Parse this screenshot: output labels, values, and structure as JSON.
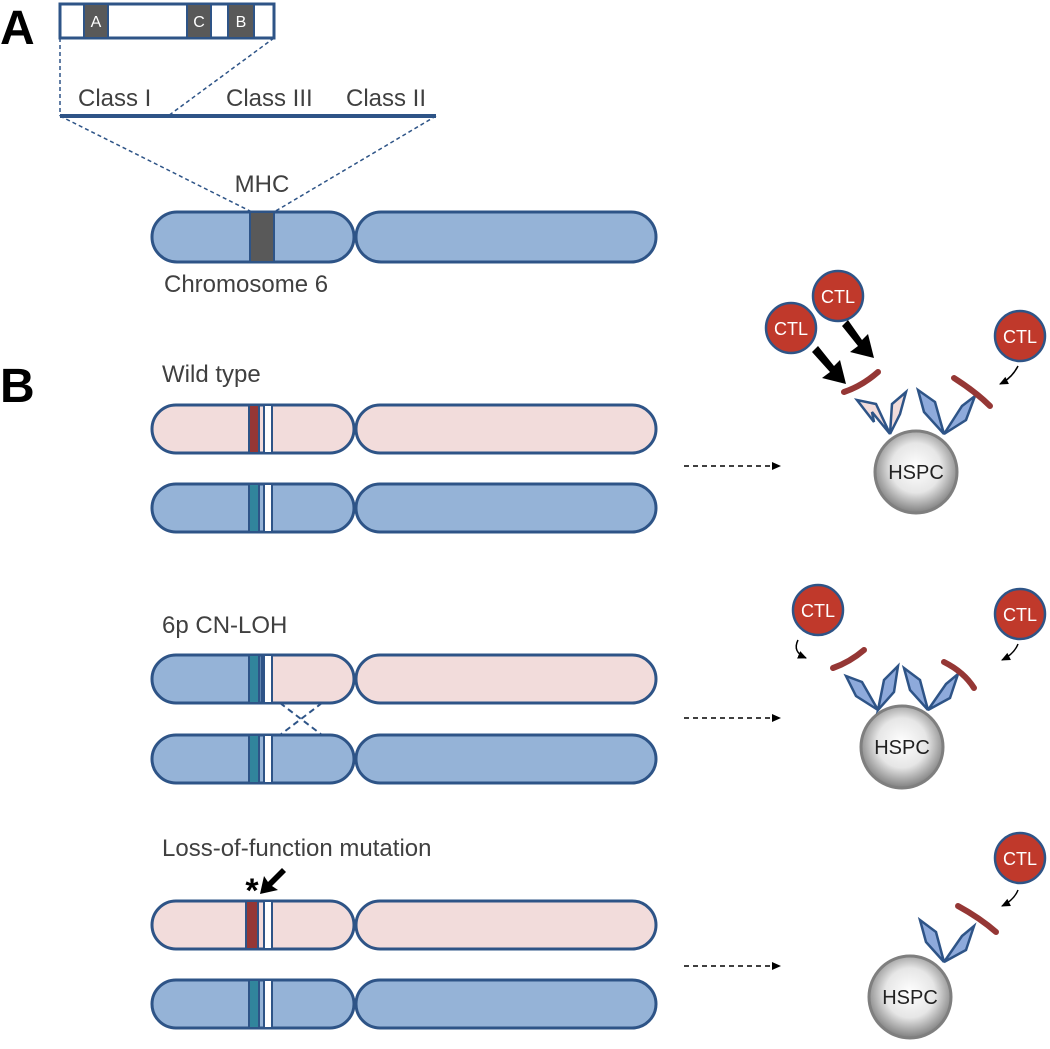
{
  "colors": {
    "blue_fill": "#95b3d7",
    "pink_fill": "#f2dcdb",
    "outline": "#2e5487",
    "band_dark": "#595959",
    "band_red": "#953735",
    "band_teal": "#31859c",
    "ctl_fill": "#c0392b",
    "receptor_red": "#953735",
    "receptor_blue": "#8eaadb",
    "receptor_pink": "#f2dcdb"
  },
  "panel_a": {
    "letter": "A",
    "genes": [
      "A",
      "C",
      "B"
    ],
    "regions": [
      "Class I",
      "Class III",
      "Class II"
    ],
    "mhc_label": "MHC",
    "chromosome_label": "Chromosome 6"
  },
  "panel_b": {
    "letter": "B",
    "rows": [
      {
        "title": "Wild type",
        "cell_label": "HSPC",
        "ctl_label": "CTL"
      },
      {
        "title": "6p CN-LOH",
        "cell_label": "HSPC",
        "ctl_label": "CTL"
      },
      {
        "title": "Loss-of-function mutation",
        "cell_label": "HSPC",
        "ctl_label": "CTL",
        "mutation_mark": "*"
      }
    ]
  }
}
